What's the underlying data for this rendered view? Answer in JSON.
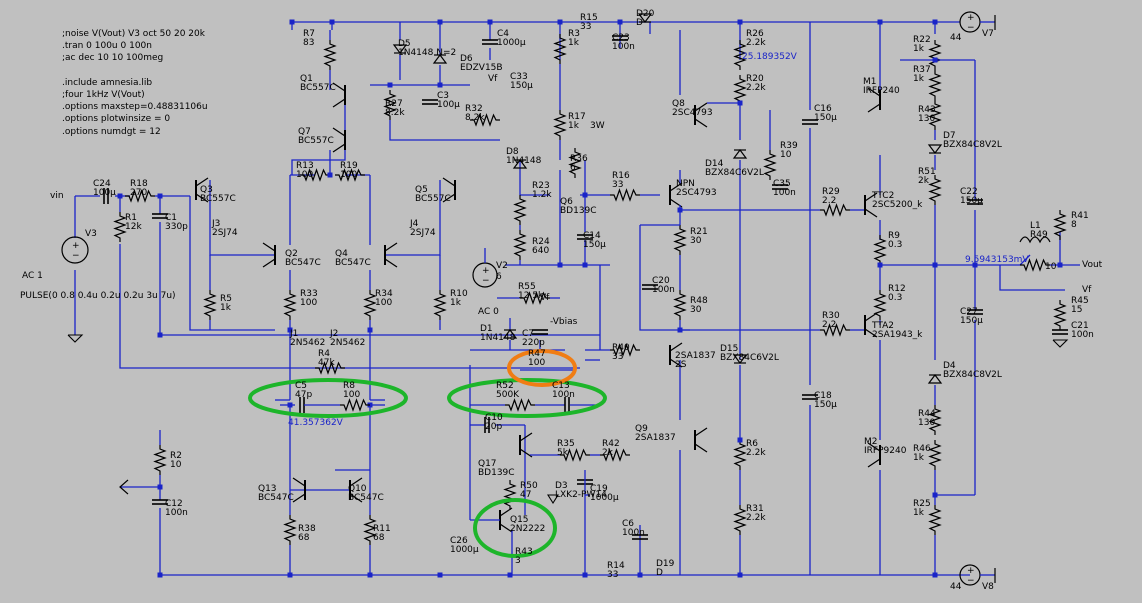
{
  "directives": [
    ";noise V(Vout) V3 oct 50 20 20k",
    ".tran 0 100u 0 100n",
    ";ac dec 10 10 100meg",
    "",
    ".include amnesia.lib",
    ";four 1kHz V(Vout)",
    ".options maxstep=0.48831106u",
    ".options plotwinsize = 0",
    ".options numdgt = 12"
  ],
  "net_labels": {
    "vin": "vin",
    "vout": "Vout",
    "vf_top": "Vf",
    "vf_mid": "Vf",
    "vf_right": "Vf",
    "vbias": "-Vbias",
    "meas_top": "25.189352V",
    "meas_out": "9.5943153mV",
    "meas_left": "41.357362V"
  },
  "sources": {
    "v3_name": "V3",
    "v3_ac": "AC 1",
    "v3_pulse": "PULSE(0 0.8 0.4u 0.2u 0.2u 3u 7u)",
    "v2_name": "V2",
    "v2_value": "6",
    "v2_ac": "AC 0",
    "v7_name": "V7",
    "v7_value": "44",
    "v8_name": "V8",
    "v8_value": "44"
  },
  "components": [
    {
      "id": "C24",
      "label": "C24",
      "value": "100µ"
    },
    {
      "id": "R18",
      "label": "R18",
      "value": "270"
    },
    {
      "id": "R1",
      "label": "R1",
      "value": "12k"
    },
    {
      "id": "C1",
      "label": "C1",
      "value": "330p"
    },
    {
      "id": "Q3",
      "label": "Q3",
      "value": "BC557C"
    },
    {
      "id": "J3",
      "label": "J3",
      "value": "2SJ74"
    },
    {
      "id": "Q2",
      "label": "Q2",
      "value": "BC547C"
    },
    {
      "id": "Q4",
      "label": "Q4",
      "value": "BC547C"
    },
    {
      "id": "Q5",
      "label": "Q5",
      "value": "BC557C"
    },
    {
      "id": "J4",
      "label": "J4",
      "value": "2SJ74"
    },
    {
      "id": "R5",
      "label": "R5",
      "value": "1k"
    },
    {
      "id": "R33",
      "label": "R33",
      "value": "100"
    },
    {
      "id": "R34",
      "label": "R34",
      "value": "100"
    },
    {
      "id": "R10",
      "label": "R10",
      "value": "1k"
    },
    {
      "id": "J1",
      "label": "J1",
      "value": "2N5462"
    },
    {
      "id": "J2",
      "label": "J2",
      "value": "2N5462"
    },
    {
      "id": "R4",
      "label": "R4",
      "value": "47k"
    },
    {
      "id": "C5",
      "label": "C5",
      "value": "47p"
    },
    {
      "id": "R8",
      "label": "R8",
      "value": "100"
    },
    {
      "id": "R2",
      "label": "R2",
      "value": "10"
    },
    {
      "id": "C12",
      "label": "C12",
      "value": "100n"
    },
    {
      "id": "Q13",
      "label": "Q13",
      "value": "BC547C"
    },
    {
      "id": "Q10",
      "label": "Q10",
      "value": "BC547C"
    },
    {
      "id": "R38",
      "label": "R38",
      "value": "68"
    },
    {
      "id": "R11",
      "label": "R11",
      "value": "68"
    },
    {
      "id": "C26",
      "label": "C26",
      "value": "1000µ"
    },
    {
      "id": "R13",
      "label": "R13",
      "value": "100"
    },
    {
      "id": "R19",
      "label": "R19",
      "value": "100"
    },
    {
      "id": "R7",
      "label": "R7",
      "value": "83"
    },
    {
      "id": "Q1",
      "label": "Q1",
      "value": "BC557C"
    },
    {
      "id": "Q7",
      "label": "Q7",
      "value": "BC557C"
    },
    {
      "id": "D5",
      "label": "D5",
      "value": "1N4148 N=2"
    },
    {
      "id": "D6",
      "label": "D6",
      "value": "EDZV15B"
    },
    {
      "id": "R27",
      "label": "R27",
      "value": "8.2k"
    },
    {
      "id": "C3",
      "label": "C3",
      "value": "100µ"
    },
    {
      "id": "R32",
      "label": "R32",
      "value": "8.2k"
    },
    {
      "id": "C4",
      "label": "C4",
      "value": "1000µ"
    },
    {
      "id": "R15",
      "label": "R15",
      "value": "33"
    },
    {
      "id": "D20",
      "label": "D20",
      "value": "D"
    },
    {
      "id": "R3",
      "label": "R3",
      "value": "1k"
    },
    {
      "id": "C23",
      "label": "C23",
      "value": "100n"
    },
    {
      "id": "C33",
      "label": "C33",
      "value": "150µ"
    },
    {
      "id": "R17",
      "label": "R17",
      "value": "1k"
    },
    {
      "id": "R17p",
      "label": "",
      "value": "3W"
    },
    {
      "id": "D8",
      "label": "D8",
      "value": "1N4148"
    },
    {
      "id": "R36",
      "label": "R36",
      "value": "6"
    },
    {
      "id": "R23",
      "label": "R23",
      "value": "1.2k"
    },
    {
      "id": "Q6",
      "label": "Q6",
      "value": "BD139C"
    },
    {
      "id": "R24",
      "label": "R24",
      "value": "640"
    },
    {
      "id": "C14",
      "label": "C14",
      "value": "150µ"
    },
    {
      "id": "R55",
      "label": "R55",
      "value": "12.5k"
    },
    {
      "id": "D1",
      "label": "D1",
      "value": "1N4148"
    },
    {
      "id": "C7",
      "label": "C7",
      "value": "220p"
    },
    {
      "id": "R47",
      "label": "R47",
      "value": "100"
    },
    {
      "id": "R52",
      "label": "R52",
      "value": "500K"
    },
    {
      "id": "C13",
      "label": "C13",
      "value": "100n"
    },
    {
      "id": "C10",
      "label": "C10",
      "value": "20p"
    },
    {
      "id": "Q17",
      "label": "Q17",
      "value": "BD139C"
    },
    {
      "id": "R35",
      "label": "R35",
      "value": "5k"
    },
    {
      "id": "R42",
      "label": "R42",
      "value": "2k"
    },
    {
      "id": "R50",
      "label": "R50",
      "value": "47"
    },
    {
      "id": "D3",
      "label": "D3",
      "value": "LXK2-PW14"
    },
    {
      "id": "C19",
      "label": "C19",
      "value": "1000µ"
    },
    {
      "id": "Q15",
      "label": "Q15",
      "value": "2N2222"
    },
    {
      "id": "R43b",
      "label": "R43",
      "value": "3"
    },
    {
      "id": "C6",
      "label": "C6",
      "value": "100n"
    },
    {
      "id": "R14",
      "label": "R14",
      "value": "33"
    },
    {
      "id": "D19",
      "label": "D19",
      "value": "D"
    },
    {
      "id": "R16",
      "label": "R16",
      "value": "33"
    },
    {
      "id": "Q8",
      "label": "Q8",
      "value": "2SC4793"
    },
    {
      "id": "Q11",
      "label": "NPN",
      "value": "2SC4793"
    },
    {
      "id": "R21",
      "label": "R21",
      "value": "30"
    },
    {
      "id": "C20",
      "label": "C20",
      "value": "100n"
    },
    {
      "id": "R48",
      "label": "R48",
      "value": "30"
    },
    {
      "id": "R40",
      "label": "R40",
      "value": "33"
    },
    {
      "id": "Q12",
      "label": "2SA1837",
      "value": "2S"
    },
    {
      "id": "Q9",
      "label": "Q9",
      "value": "2SA1837"
    },
    {
      "id": "R26",
      "label": "R26",
      "value": "2.2k"
    },
    {
      "id": "R20",
      "label": "R20",
      "value": "2.2k"
    },
    {
      "id": "D14",
      "label": "D14",
      "value": "BZX84C6V2L"
    },
    {
      "id": "R39",
      "label": "R39",
      "value": "10"
    },
    {
      "id": "C35",
      "label": "C35",
      "value": "100n"
    },
    {
      "id": "C16",
      "label": "C16",
      "value": "150µ"
    },
    {
      "id": "D15",
      "label": "D15",
      "value": "BZX84C6V2L"
    },
    {
      "id": "C18",
      "label": "C18",
      "value": "150µ"
    },
    {
      "id": "R6",
      "label": "R6",
      "value": "2.2k"
    },
    {
      "id": "R31",
      "label": "R31",
      "value": "2.2k"
    },
    {
      "id": "R29",
      "label": "R29",
      "value": "2.2"
    },
    {
      "id": "TTC2",
      "label": "TTC2",
      "value": "2SC5200_k"
    },
    {
      "id": "R9",
      "label": "R9",
      "value": "0.3"
    },
    {
      "id": "R12",
      "label": "R12",
      "value": "0.3"
    },
    {
      "id": "R30",
      "label": "R30",
      "value": "2.2"
    },
    {
      "id": "TTA2",
      "label": "TTA2",
      "value": "2SA1943_k"
    },
    {
      "id": "M1",
      "label": "M1",
      "value": "IRFP240"
    },
    {
      "id": "R22",
      "label": "R22",
      "value": "1k"
    },
    {
      "id": "R37",
      "label": "R37",
      "value": "1k"
    },
    {
      "id": "R43",
      "label": "R43",
      "value": "130"
    },
    {
      "id": "D7",
      "label": "D7",
      "value": "BZX84C8V2L"
    },
    {
      "id": "R51",
      "label": "R51",
      "value": "2k"
    },
    {
      "id": "C22",
      "label": "C22",
      "value": "150µ"
    },
    {
      "id": "L1",
      "label": "L1",
      "value": "R49"
    },
    {
      "id": "R49",
      "label": "",
      "value": "10"
    },
    {
      "id": "R41",
      "label": "R41",
      "value": "8"
    },
    {
      "id": "R45",
      "label": "R45",
      "value": "15"
    },
    {
      "id": "C21",
      "label": "C21",
      "value": "100n"
    },
    {
      "id": "C27",
      "label": "C27",
      "value": "150µ"
    },
    {
      "id": "D4",
      "label": "D4",
      "value": "BZX84C8V2L"
    },
    {
      "id": "M2",
      "label": "M2",
      "value": "IRFP9240"
    },
    {
      "id": "R44",
      "label": "R44",
      "value": "130"
    },
    {
      "id": "R46",
      "label": "R46",
      "value": "1k"
    },
    {
      "id": "R25",
      "label": "R25",
      "value": "1k"
    }
  ],
  "highlights": {
    "green": "#1db52a",
    "orange": "#f07d14"
  },
  "colors": {
    "background": "#c0c0c0",
    "wire": "#1a24c8",
    "symbol": "#000000"
  }
}
